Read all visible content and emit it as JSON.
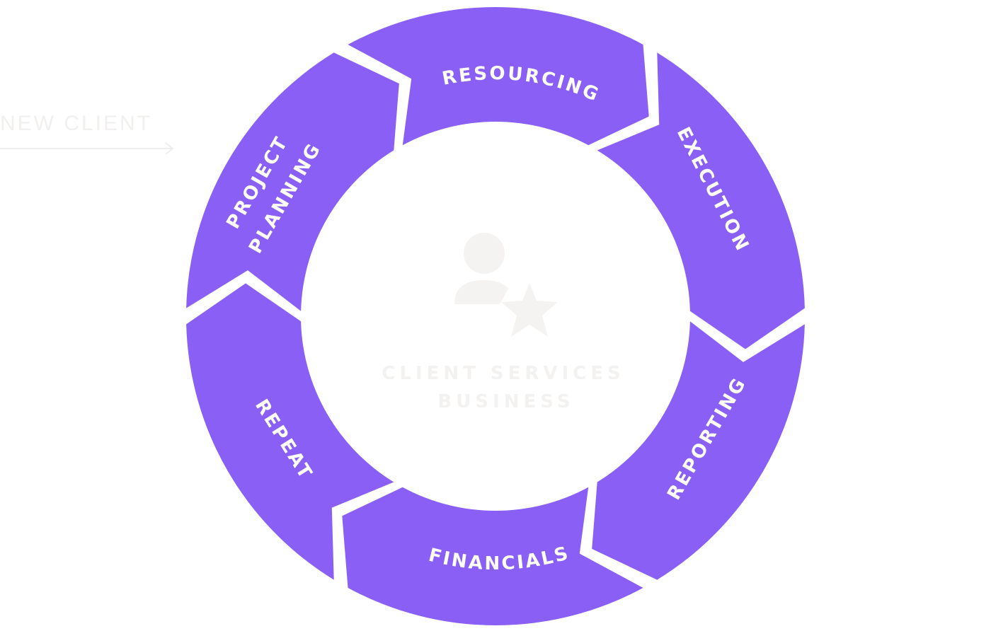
{
  "side_label": "NEW CLIENT",
  "center": {
    "line1": "CLIENT SERVICES",
    "line2": "BUSINESS",
    "icon": "person-star-icon"
  },
  "stages": [
    {
      "id": "resourcing",
      "label": "RESOURCING"
    },
    {
      "id": "execution",
      "label": "EXECUTION"
    },
    {
      "id": "reporting",
      "label": "REPORTING"
    },
    {
      "id": "financials",
      "label": "FINANCIALS"
    },
    {
      "id": "repeat",
      "label": "REPEAT"
    },
    {
      "id": "project-planning",
      "label": "PROJECT",
      "label2": "PLANNING"
    }
  ],
  "colors": {
    "segment": "#8a5ff5",
    "label": "#ffffff",
    "ghost": "#f3f2f0"
  }
}
